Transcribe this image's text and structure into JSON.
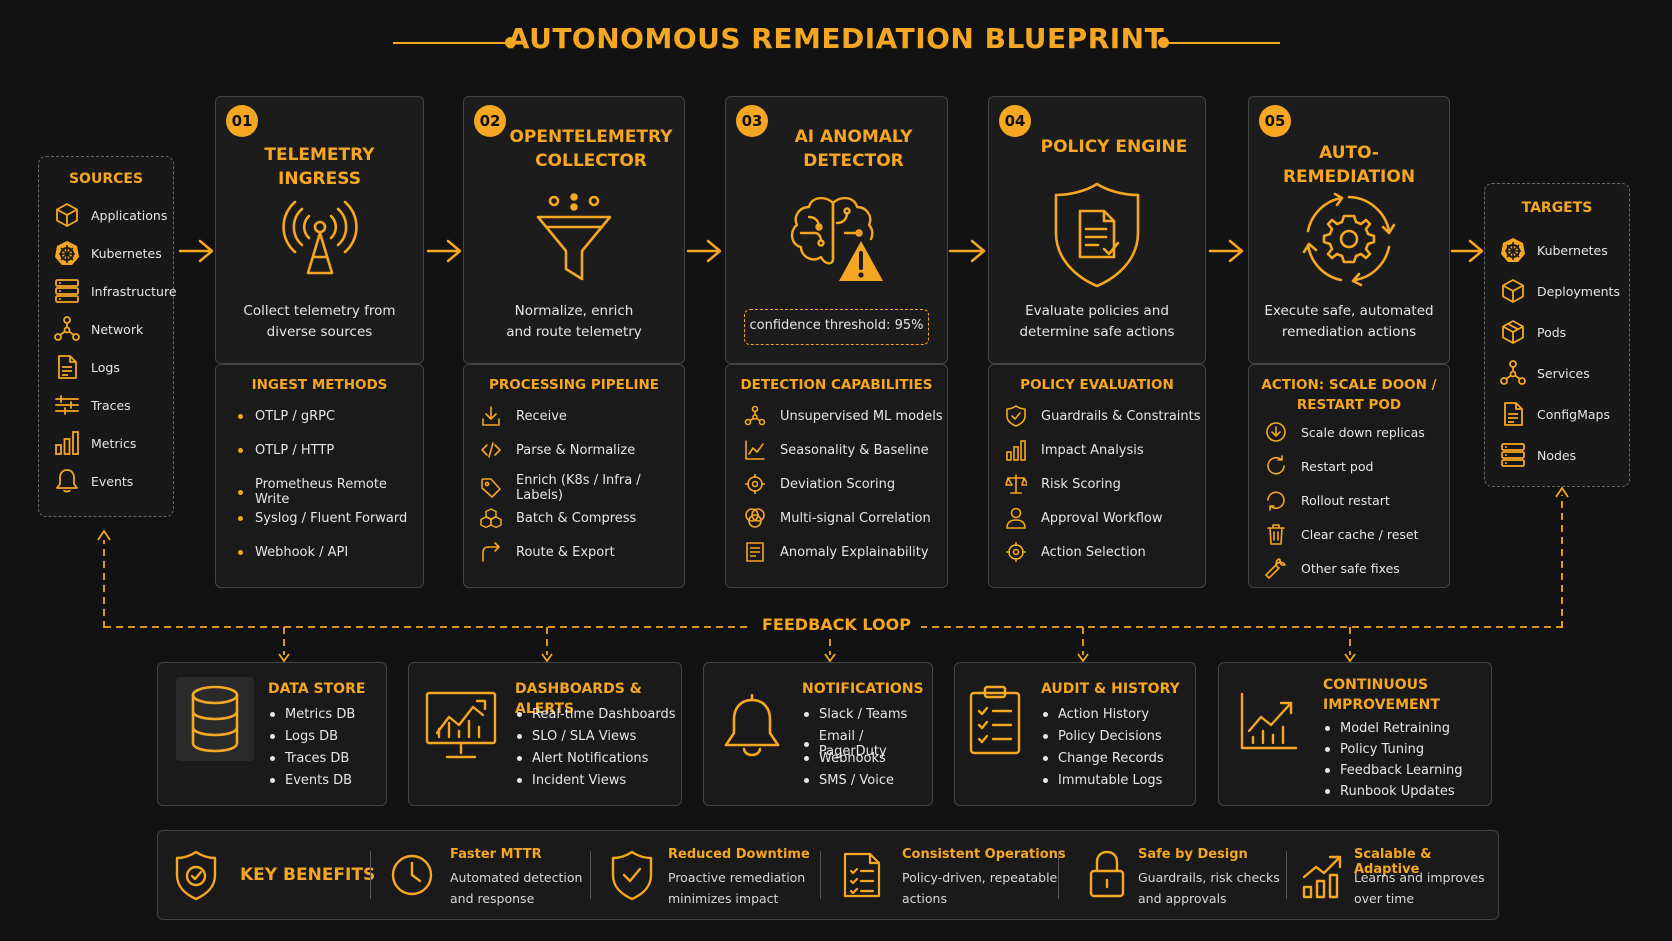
{
  "title": "AUTONOMOUS REMEDIATION BLUEPRINT",
  "sources": {
    "heading": "SOURCES",
    "items": [
      {
        "label": "Applications",
        "icon": "cube-icon"
      },
      {
        "label": "Kubernetes",
        "icon": "helm-wheel-icon"
      },
      {
        "label": "Infrastructure",
        "icon": "server-stack-icon"
      },
      {
        "label": "Network",
        "icon": "network-nodes-icon"
      },
      {
        "label": "Logs",
        "icon": "document-icon"
      },
      {
        "label": "Traces",
        "icon": "traces-icon"
      },
      {
        "label": "Metrics",
        "icon": "bar-chart-icon"
      },
      {
        "label": "Events",
        "icon": "bell-icon"
      }
    ]
  },
  "targets": {
    "heading": "TARGETS",
    "items": [
      {
        "label": "Kubernetes",
        "icon": "helm-wheel-icon"
      },
      {
        "label": "Deployments",
        "icon": "cube-icon"
      },
      {
        "label": "Pods",
        "icon": "cube-icon"
      },
      {
        "label": "Services",
        "icon": "network-nodes-icon"
      },
      {
        "label": "ConfigMaps",
        "icon": "document-icon"
      },
      {
        "label": "Nodes",
        "icon": "server-stack-icon"
      }
    ]
  },
  "stages": [
    {
      "number": "01",
      "title": "TELEMETRY INGRESS",
      "icon": "antenna-icon",
      "description": [
        "Collect telemetry from",
        "diverse sources"
      ],
      "section_title": [
        "INGEST METHODS"
      ],
      "items": [
        "OTLP / gRPC",
        "OTLP / HTTP",
        "Prometheus Remote Write",
        "Syslog / Fluent Forward",
        "Webhook / API"
      ]
    },
    {
      "number": "02",
      "title": "OPENTELEMETRY COLLECTOR",
      "title_lines": [
        "OPENTELEMETRY",
        "COLLECTOR"
      ],
      "icon": "funnel-icon",
      "description": [
        "Normalize, enrich",
        "and route telemetry"
      ],
      "section_title": [
        "PROCESSING PIPELINE"
      ],
      "items": [
        {
          "label": "Receive",
          "icon": "download-icon"
        },
        {
          "label": "Parse & Normalize",
          "icon": "code-icon"
        },
        {
          "label": "Enrich (K8s / Infra / Labels)",
          "icon": "tag-icon"
        },
        {
          "label": "Batch & Compress",
          "icon": "boxes-icon"
        },
        {
          "label": "Route & Export",
          "icon": "route-icon"
        }
      ]
    },
    {
      "number": "03",
      "title": "AI ANOMALY DETECTOR",
      "title_lines": [
        "AI ANOMALY",
        "DETECTOR"
      ],
      "icon": "brain-warning-icon",
      "threshold": "confidence threshold: 95%",
      "section_title": [
        "DETECTION CAPABILITIES"
      ],
      "items": [
        {
          "label": "Unsupervised ML models",
          "icon": "graph-nodes-icon"
        },
        {
          "label": "Seasonality & Baseline",
          "icon": "line-chart-icon"
        },
        {
          "label": "Deviation Scoring",
          "icon": "target-icon"
        },
        {
          "label": "Multi-signal Correlation",
          "icon": "venn-icon"
        },
        {
          "label": "Anomaly Explainability",
          "icon": "list-doc-icon"
        }
      ]
    },
    {
      "number": "04",
      "title": "POLICY ENGINE",
      "icon": "shield-doc-icon",
      "description": [
        "Evaluate policies and",
        "determine safe actions"
      ],
      "section_title": [
        "POLICY EVALUATION"
      ],
      "items": [
        {
          "label": "Guardrails & Constraints",
          "icon": "shield-check-icon"
        },
        {
          "label": "Impact Analysis",
          "icon": "bar-chart-icon"
        },
        {
          "label": "Risk Scoring",
          "icon": "scales-icon"
        },
        {
          "label": "Approval Workflow",
          "icon": "person-icon"
        },
        {
          "label": "Action Selection",
          "icon": "target-icon"
        }
      ]
    },
    {
      "number": "05",
      "title": "AUTO-REMEDIATION",
      "icon": "gear-cycle-icon",
      "description": [
        "Execute safe, automated",
        "remediation actions"
      ],
      "section_title": [
        "ACTION: SCALE DOON /",
        "RESTART POD"
      ],
      "items": [
        {
          "label": "Scale down replicas",
          "icon": "arrow-down-circle-icon"
        },
        {
          "label": "Restart pod",
          "icon": "refresh-icon"
        },
        {
          "label": "Rollout restart",
          "icon": "refresh-icon"
        },
        {
          "label": "Clear cache / reset",
          "icon": "trash-icon"
        },
        {
          "label": "Other safe fixes",
          "icon": "wrench-icon"
        }
      ]
    }
  ],
  "feedback_loop": "FEEDBACK LOOP",
  "feedback": [
    {
      "title": [
        "DATA STORE"
      ],
      "icon": "database-icon",
      "items": [
        "Metrics DB",
        "Logs DB",
        "Traces DB",
        "Events DB"
      ]
    },
    {
      "title": [
        "DASHBOARDS & ALERTS"
      ],
      "icon": "dashboard-monitor-icon",
      "items": [
        "Real-time Dashboards",
        "SLO / SLA Views",
        "Alert Notifications",
        "Incident Views"
      ]
    },
    {
      "title": [
        "NOTIFICATIONS"
      ],
      "icon": "bell-icon",
      "items": [
        "Slack / Teams",
        "Email / PagerDuty",
        "Webhooks",
        "SMS / Voice"
      ]
    },
    {
      "title": [
        "AUDIT & HISTORY"
      ],
      "icon": "clipboard-icon",
      "items": [
        "Action History",
        "Policy Decisions",
        "Change Records",
        "Immutable Logs"
      ]
    },
    {
      "title": [
        "CONTINUOUS",
        "IMPROVEMENT"
      ],
      "icon": "trend-chart-icon",
      "items": [
        "Model Retraining",
        "Policy Tuning",
        "Feedback Learning",
        "Runbook Updates"
      ]
    }
  ],
  "benefits": {
    "heading": "KEY BENEFITS",
    "icon": "shield-check-icon",
    "items": [
      {
        "title": "Faster MTTR",
        "desc": [
          "Automated detection",
          "and response"
        ],
        "icon": "clock-icon"
      },
      {
        "title": "Reduced Downtime",
        "desc": [
          "Proactive remediation",
          "minimizes impact"
        ],
        "icon": "shield-check-icon"
      },
      {
        "title": "Consistent Operations",
        "desc": [
          "Policy-driven, repeatable",
          "actions"
        ],
        "icon": "checklist-icon"
      },
      {
        "title": "Safe by Design",
        "desc": [
          "Guardrails, risk checks",
          "and approvals"
        ],
        "icon": "lock-icon"
      },
      {
        "title": "Scalable & Adaptive",
        "desc": [
          "Learns and improves",
          "over time"
        ],
        "icon": "growth-chart-icon"
      }
    ]
  },
  "colors": {
    "accent": "#f5a623",
    "background": "#121212",
    "panel": "#1c1c1c",
    "border": "#444444",
    "text": "#e6e6e6"
  }
}
